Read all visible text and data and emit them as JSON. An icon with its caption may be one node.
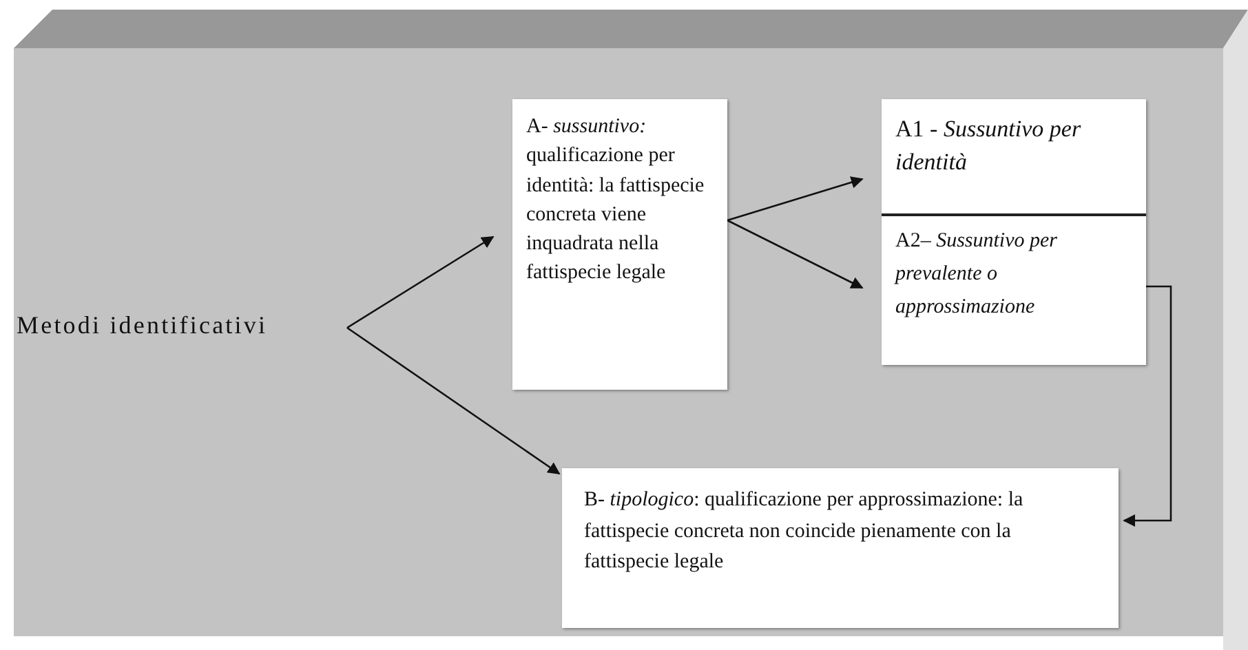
{
  "diagram": {
    "nodes": [
      {
        "text": [
          "Metodi identificativi"
        ]
      },
      {
        "text": [
          "A- *sussuntivo:* qualificazione per identità: la fattispecie concreta viene inquadrata nella fattispecie legale"
        ]
      },
      {
        "text": [
          "A1 - *Sussuntivo per identità*"
        ]
      },
      {
        "text": [
          "A2– *Sussuntivo per prevalente o approssimazione*"
        ]
      },
      {
        "text": [
          "B- *tipologico*: qualificazione per approssimazione: la fattispecie concreta non coincide pienamente con la fattispecie legale"
        ]
      }
    ],
    "edges": [
      {
        "from": 0,
        "to": 1,
        "arrow": "to"
      },
      {
        "from": 0,
        "to": 4,
        "arrow": "to"
      },
      {
        "from": 1,
        "to": 2,
        "arrow": "to"
      },
      {
        "from": 1,
        "to": 3,
        "arrow": "to"
      },
      {
        "from": 3,
        "to": 4,
        "arrow": "to"
      }
    ]
  }
}
